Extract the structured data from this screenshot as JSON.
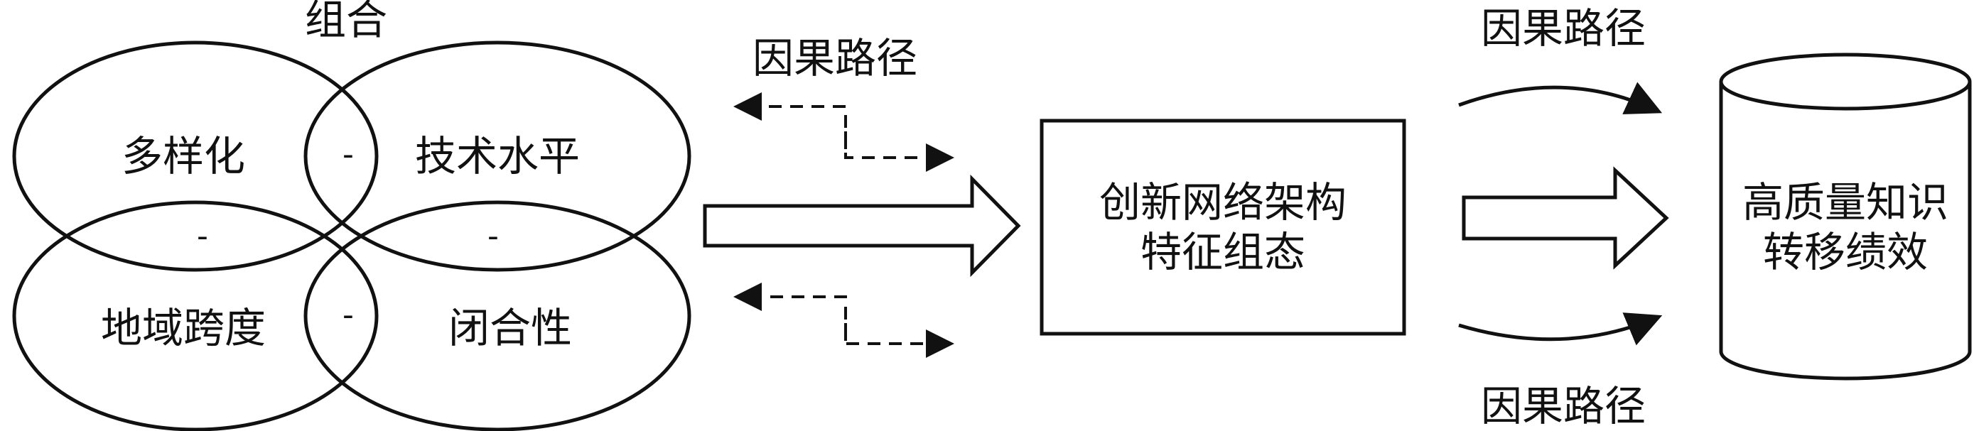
{
  "combination": {
    "title": "组合",
    "diversity": "多样化",
    "tech_level": "技术水平",
    "geo_span": "地域跨度",
    "closure": "闭合性",
    "sign_top": "-",
    "sign_left": "-",
    "sign_right": "-",
    "sign_bottom": "-"
  },
  "causal_path_left": "因果路径",
  "causal_path_top": "因果路径",
  "causal_path_bottom": "因果路径",
  "center_box": {
    "line1": "创新网络架构",
    "line2": "特征组态"
  },
  "outcome": {
    "line1": "高质量知识",
    "line2": "转移绩效"
  }
}
